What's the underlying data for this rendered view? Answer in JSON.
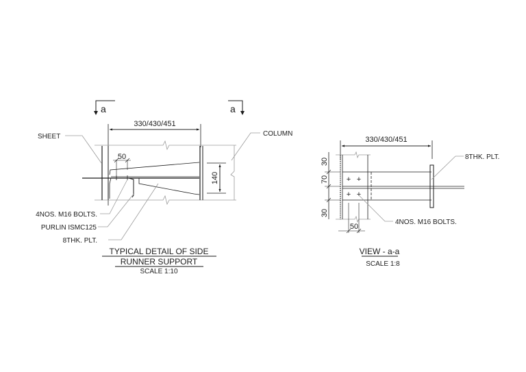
{
  "drawing": {
    "left_detail": {
      "section_marker_left": "a",
      "section_marker_right": "a",
      "dimension_span": "330/430/451",
      "dimension_bolt_pitch": "50",
      "dimension_depth": "140",
      "labels": {
        "sheet": "SHEET",
        "column": "COLUMN",
        "bolts": "4NOS. M16 BOLTS.",
        "purlin": "PURLIN ISMC125",
        "plate": "8THK. PLT."
      },
      "title_line1": "TYPICAL DETAIL OF SIDE",
      "title_line2": "RUNNER SUPPORT",
      "scale": "SCALE 1:10"
    },
    "right_detail": {
      "dimension_span": "330/430/451",
      "dimension_top": "30",
      "dimension_mid": "70",
      "dimension_bottom": "30",
      "dimension_bolt_gauge": "50",
      "labels": {
        "plate": "8THK. PLT.",
        "bolts": "4NOS. M16 BOLTS."
      },
      "title": "VIEW - a-a",
      "scale": "SCALE 1:8"
    }
  }
}
